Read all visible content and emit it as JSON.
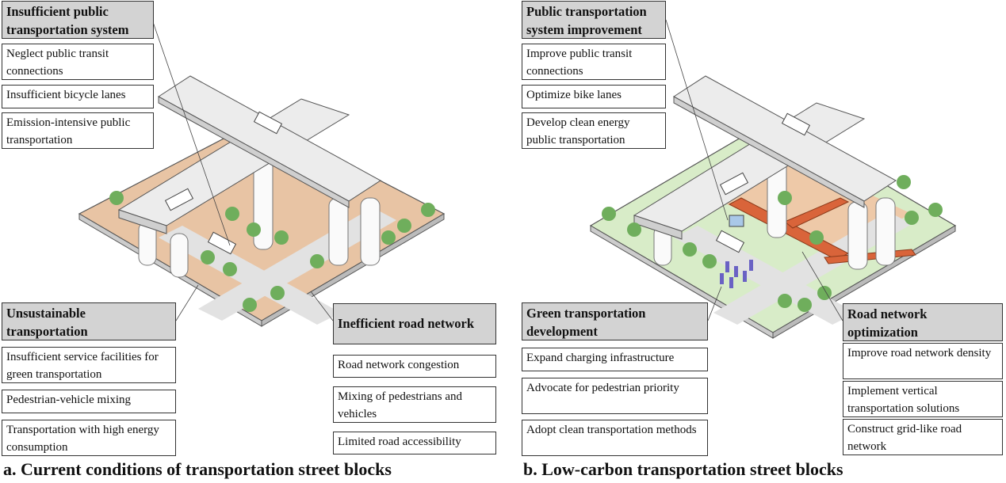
{
  "panels": [
    {
      "id": "a",
      "caption": "a. Current conditions of transportation street blocks",
      "groups": [
        {
          "title": "Insufficient public transportation system",
          "title_lines": [
            "Insufficient public",
            "transportation system"
          ],
          "items": [
            "Neglect public transit connections",
            "Insufficient bicycle lanes",
            "Emission-intensive public transportation"
          ]
        },
        {
          "title": "Unsustainable transportation",
          "title_lines": [
            "Unsustainable",
            "transportation"
          ],
          "items": [
            "Insufficient service facilities for green transportation",
            "Pedestrian-vehicle mixing",
            "Transportation with high energy consumption"
          ]
        },
        {
          "title": "Inefficient road network",
          "title_lines": [
            "Inefficient road network"
          ],
          "items": [
            "Road network congestion",
            "Mixing of pedestrians and vehicles",
            "Limited road accessibility"
          ]
        }
      ]
    },
    {
      "id": "b",
      "caption": "b. Low-carbon transportation street blocks",
      "groups": [
        {
          "title": "Public transportation system improvement",
          "title_lines": [
            "Public transportation",
            "system improvement"
          ],
          "items": [
            "Improve public transit connections",
            "Optimize bike lanes",
            "Develop clean energy public transportation"
          ]
        },
        {
          "title": "Green transportation development",
          "title_lines": [
            "Green transportation",
            "development"
          ],
          "items": [
            "Expand charging infrastructure",
            "Advocate for pedestrian priority",
            "Adopt clean transportation methods"
          ]
        },
        {
          "title": "Road network optimization",
          "title_lines": [
            "Road network",
            "optimization"
          ],
          "items": [
            "Improve road network density",
            "Implement vertical transportation solutions",
            "Construct grid-like road network"
          ]
        }
      ]
    }
  ],
  "colors": {
    "header_fill": "#d3d3d3",
    "ground_current": "#e8c4a4",
    "ground_lowcarbon": "#d8ecc8",
    "road": "#e2e2e2",
    "overpass": "#ececec",
    "tree": "#6fae5c",
    "skywalk": "#d9643a",
    "charger": "#6a62c4"
  }
}
